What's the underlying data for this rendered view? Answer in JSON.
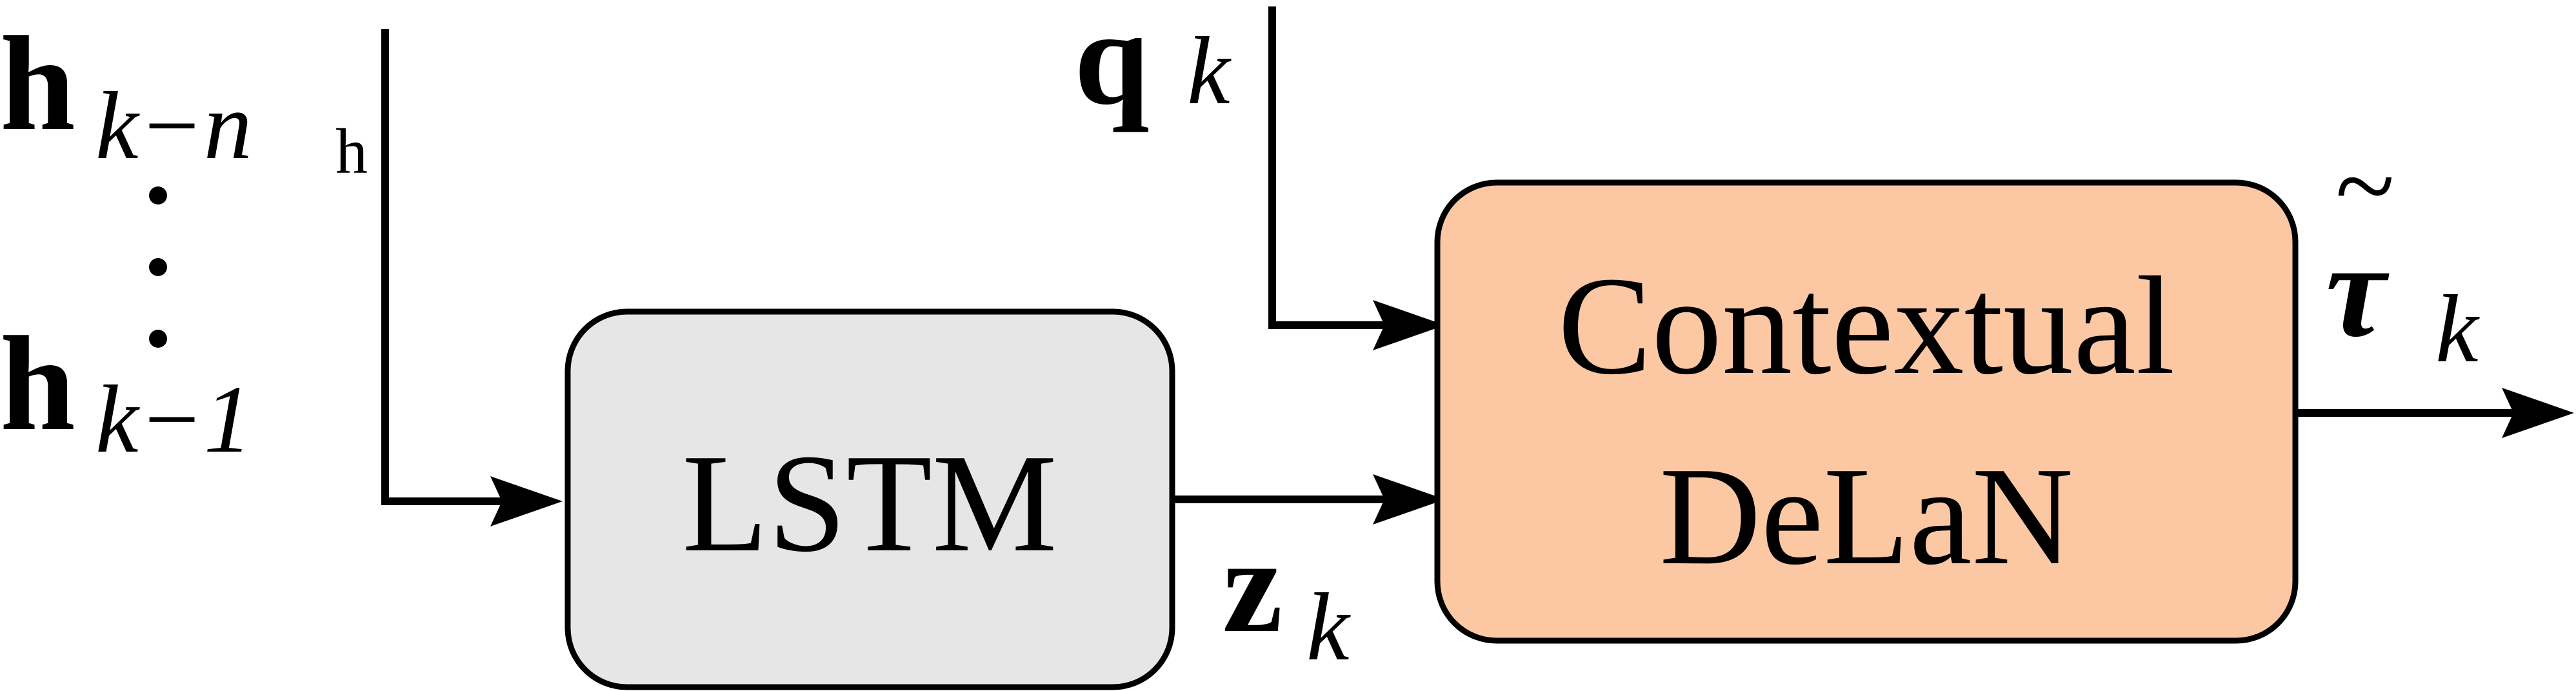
{
  "inputs": {
    "h_first": {
      "base": "h",
      "sub": "k−n",
      "subsub": "h"
    },
    "h_last": {
      "base": "h",
      "sub": "k−1"
    },
    "q": {
      "base": "q",
      "sub": "k"
    }
  },
  "blocks": {
    "lstm": {
      "label": "LSTM",
      "fill": "#e6e6e6"
    },
    "delan": {
      "line1": "Contextual",
      "line2": "DeLaN",
      "fill": "#fcc8a4"
    }
  },
  "signals": {
    "z": {
      "base": "z",
      "sub": "k"
    },
    "tau": {
      "base": "τ",
      "accent": "~",
      "sub": "k"
    }
  },
  "colors": {
    "stroke": "#000000"
  }
}
